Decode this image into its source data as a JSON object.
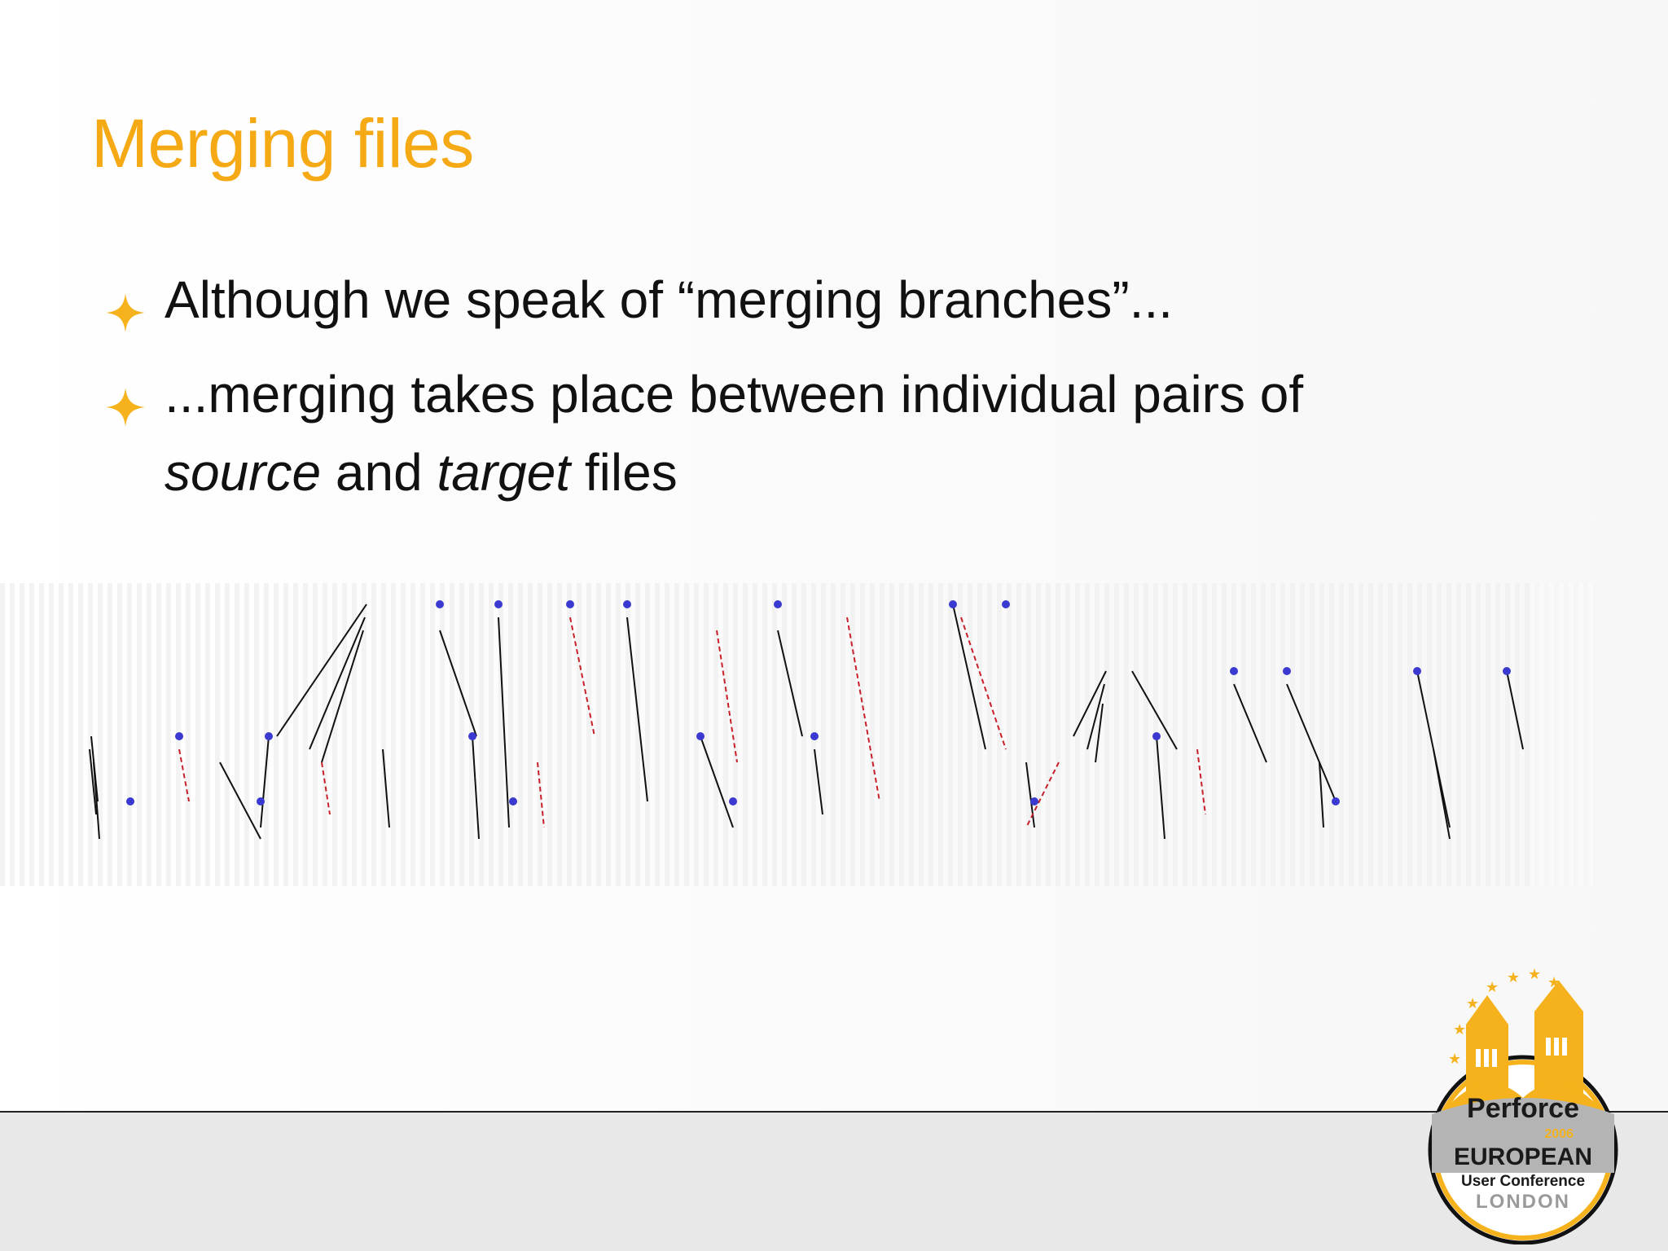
{
  "slide": {
    "title": "Merging files",
    "bullets": [
      {
        "text": "Although we speak of “merging branches”..."
      },
      {
        "line1": "...merging takes place between individual pairs of",
        "source_word": "source",
        "and_word": " and ",
        "target_word": "target",
        "files_word": " files"
      }
    ]
  },
  "logo": {
    "brand": "Perforce",
    "year": "2006",
    "line1": "EUROPEAN",
    "line2": "User Conference",
    "line3": "LONDON"
  },
  "colors": {
    "title": "#f5a914",
    "bullet_star": "#f5b21c",
    "branch_line": "#6f6ff0",
    "integration_black": "#111111",
    "integration_red": "#c8202a",
    "footer_band": "#e8e8e8"
  },
  "icons": {
    "bullet": "four-point-star-icon"
  }
}
